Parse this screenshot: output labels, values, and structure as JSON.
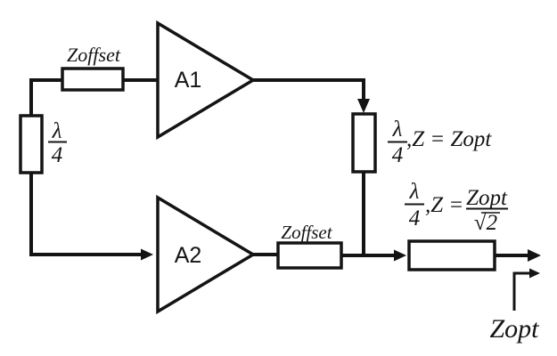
{
  "colors": {
    "line": "#141414",
    "background": "#ffffff"
  },
  "input_network": {
    "offset_line_label": "Zoffset",
    "quarter_wave": {
      "numerator": "λ",
      "denominator": "4"
    }
  },
  "amplifiers": {
    "main": "A1",
    "auxiliary": "A2"
  },
  "impedance_inverter": {
    "quarter_wave": {
      "numerator": "λ",
      "denominator": "4"
    },
    "impedance": ",Z = Zopt"
  },
  "output_offset": {
    "label": "Zoffset"
  },
  "output_transformer": {
    "quarter_wave": {
      "numerator": "λ",
      "denominator": "4"
    },
    "equation_prefix": ",Z =",
    "equation_numerator": "Zopt",
    "equation_denominator": "√2"
  },
  "load": {
    "label": "Zopt"
  }
}
